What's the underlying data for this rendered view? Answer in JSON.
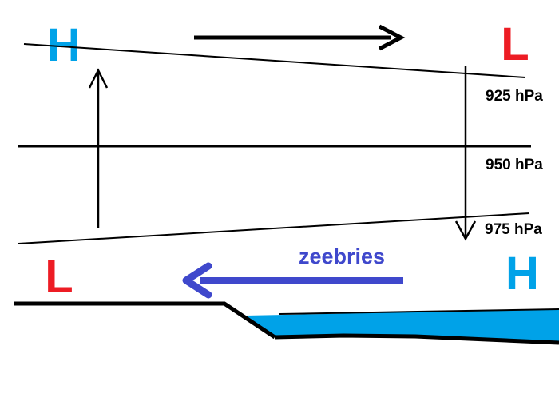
{
  "labels": {
    "pressure_top_left": "H",
    "pressure_top_right": "L",
    "pressure_bottom_left": "L",
    "pressure_bottom_right": "H",
    "isobar_925": "925 hPa",
    "isobar_950": "950 hPa",
    "isobar_975": "975 hPa",
    "wind": "zeebries"
  },
  "colors": {
    "high_pressure": "#00A2E8",
    "low_pressure": "#ED1C24",
    "sea_water": "#00A2E8",
    "sea_breeze": "#3F48CC",
    "ink": "#000000",
    "background": "#FFFFFF"
  },
  "icons": {
    "upper_flow": "arrow-right-icon",
    "rising_air": "arrow-up-icon",
    "sinking_air": "arrow-down-icon",
    "sea_breeze": "arrow-left-icon"
  }
}
